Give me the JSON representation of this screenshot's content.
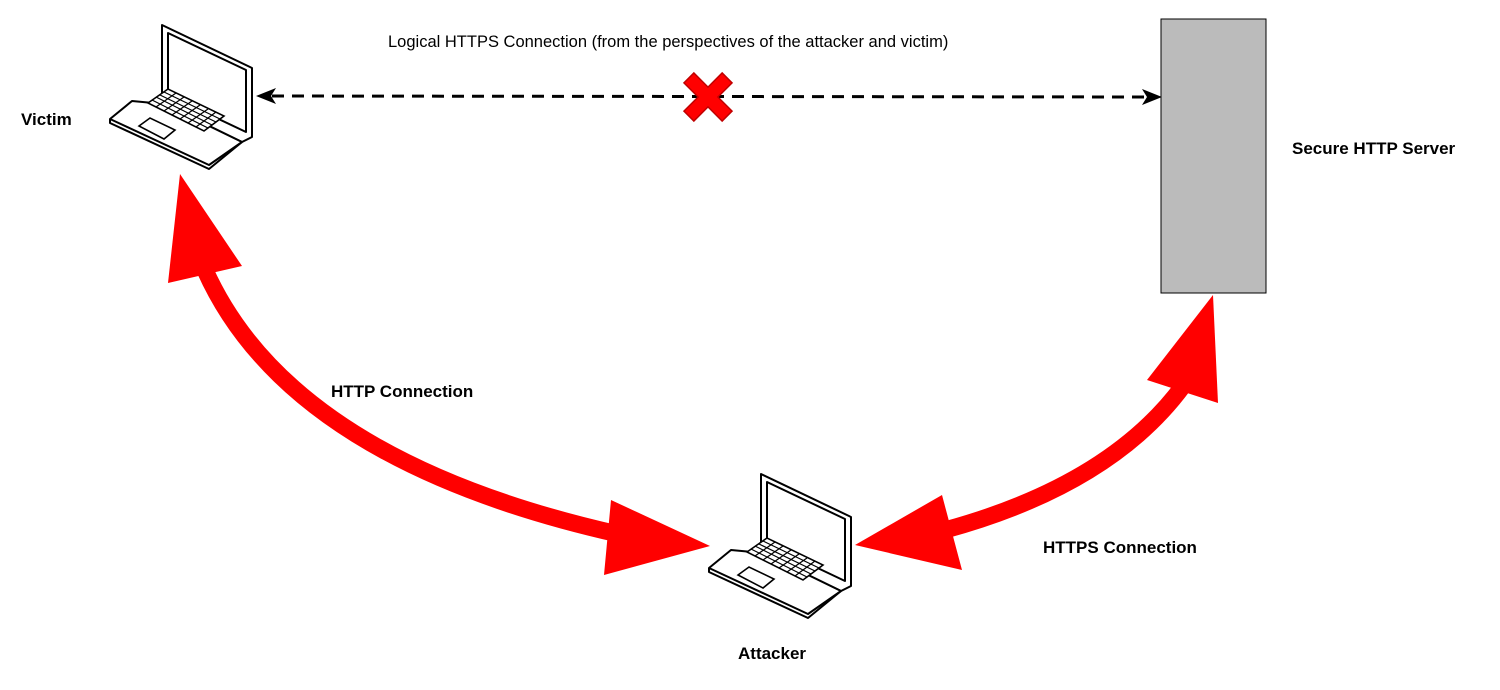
{
  "labels": {
    "logical_connection": "Logical HTTPS Connection (from the perspectives of the attacker and victim)",
    "victim": "Victim",
    "server": "Secure HTTP Server",
    "http_connection": "HTTP Connection",
    "https_connection": "HTTPS Connection",
    "attacker": "Attacker"
  },
  "colors": {
    "arrow": "#ff0000",
    "server_fill": "#bbbbbb",
    "line": "#000000"
  },
  "icons": {
    "victim": "laptop-icon",
    "attacker": "laptop-icon",
    "server": "server-rack",
    "blocked": "red-x-icon"
  }
}
